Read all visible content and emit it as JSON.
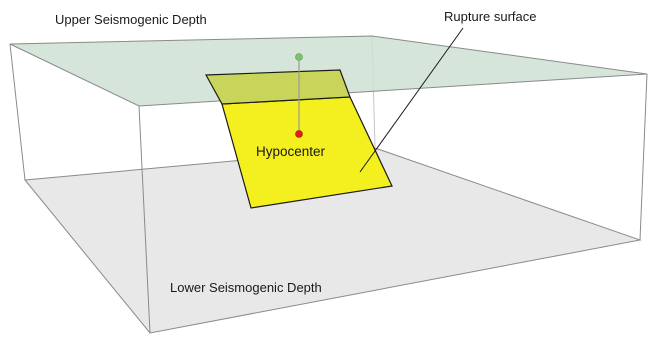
{
  "labels": {
    "upper_depth": "Upper Seismogenic Depth",
    "lower_depth": "Lower Seismogenic Depth",
    "rupture_surface": "Rupture surface",
    "hypocenter": "Hypocenter"
  },
  "colors": {
    "upper_plane_fill": "#d3e3d6",
    "lower_plane_fill": "#e8e8e8",
    "rupture_fill": "#f4ef1e",
    "rupture_overlap_fill": "#c5d35a",
    "box_edge": "#8a8a8a",
    "hypocenter_marker": "#e21b1b",
    "epicenter_marker": "#7fc26b"
  }
}
